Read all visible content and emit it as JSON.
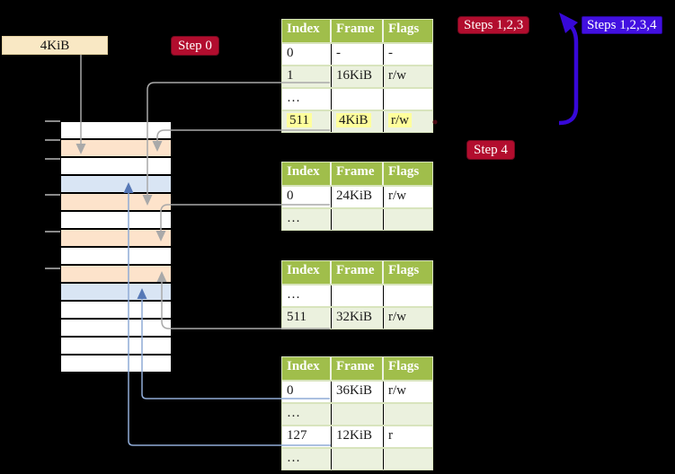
{
  "colors": {
    "background": "#000000",
    "crimson_label": "#B20D2E",
    "indigo_label": "#4210E0",
    "indigo_arrow": "#3708D8",
    "table_header_green": "#A0BE4B",
    "table_row_green": "#EBF1DE",
    "table_border": "#D8E4BD",
    "wheat_box": "#F9E8C4",
    "stack_peach": "#FDE3CB",
    "stack_blue": "#D9E5F4",
    "stack_white": "#FFFFFF",
    "highlight_yellow": "#FFFF9C",
    "gray_connector": "#A9A9A9",
    "blue_connector": "#8FABD6",
    "blue_arrowhead": "#5678B6"
  },
  "labels": {
    "frame_size": "4KiB",
    "step0": "Step 0",
    "steps123": "Steps 1,2,3",
    "steps1234": "Steps 1,2,3,4",
    "step4": "Step 4"
  },
  "memory_stack": {
    "rows": [
      "white",
      "peach",
      "white",
      "blue",
      "peach",
      "white",
      "peach",
      "white",
      "peach",
      "blue",
      "white",
      "white",
      "white",
      "white"
    ]
  },
  "tables": [
    {
      "name": "page-table-1",
      "headers": [
        "Index",
        "Frame",
        "Flags"
      ],
      "rows": [
        {
          "cells": [
            "0",
            "-",
            "-"
          ],
          "shaded": false,
          "highlighted": false
        },
        {
          "cells": [
            "1",
            "16KiB",
            "r/w"
          ],
          "shaded": true,
          "highlighted": false
        },
        {
          "cells": [
            "…",
            "",
            ""
          ],
          "shaded": false,
          "highlighted": false
        },
        {
          "cells": [
            "511",
            "4KiB",
            "r/w"
          ],
          "shaded": true,
          "highlighted": true
        }
      ]
    },
    {
      "name": "page-table-2",
      "headers": [
        "Index",
        "Frame",
        "Flags"
      ],
      "rows": [
        {
          "cells": [
            "0",
            "24KiB",
            "r/w"
          ],
          "shaded": false,
          "highlighted": false
        },
        {
          "cells": [
            "…",
            "",
            ""
          ],
          "shaded": true,
          "highlighted": false
        }
      ]
    },
    {
      "name": "page-table-3",
      "headers": [
        "Index",
        "Frame",
        "Flags"
      ],
      "rows": [
        {
          "cells": [
            "…",
            "",
            ""
          ],
          "shaded": false,
          "highlighted": false
        },
        {
          "cells": [
            "511",
            "32KiB",
            "r/w"
          ],
          "shaded": true,
          "highlighted": false
        }
      ]
    },
    {
      "name": "page-table-4",
      "headers": [
        "Index",
        "Frame",
        "Flags"
      ],
      "rows": [
        {
          "cells": [
            "0",
            "36KiB",
            "r/w"
          ],
          "shaded": false,
          "highlighted": false
        },
        {
          "cells": [
            "…",
            "",
            ""
          ],
          "shaded": true,
          "highlighted": false
        },
        {
          "cells": [
            "127",
            "12KiB",
            "r"
          ],
          "shaded": false,
          "highlighted": false
        },
        {
          "cells": [
            "…",
            "",
            ""
          ],
          "shaded": true,
          "highlighted": false
        }
      ]
    }
  ],
  "arrows": [
    {
      "from": "frame-size-label",
      "to": "memory-row-2",
      "color": "gray"
    },
    {
      "from": "page-table-1-row-1",
      "to": "memory-row-5",
      "color": "gray"
    },
    {
      "from": "page-table-1-row-511",
      "to": "memory-row-2",
      "color": "gray"
    },
    {
      "from": "page-table-2-row-0",
      "to": "memory-row-7",
      "color": "gray"
    },
    {
      "from": "page-table-3-row-511",
      "to": "memory-row-9",
      "color": "gray"
    },
    {
      "from": "page-table-4-row-0",
      "to": "memory-row-10",
      "color": "blue"
    },
    {
      "from": "page-table-4-row-127",
      "to": "memory-row-4",
      "color": "blue"
    },
    {
      "from": "page-table-1-row-511",
      "to": "steps123-label",
      "color": "indigo",
      "style": "thick"
    }
  ]
}
